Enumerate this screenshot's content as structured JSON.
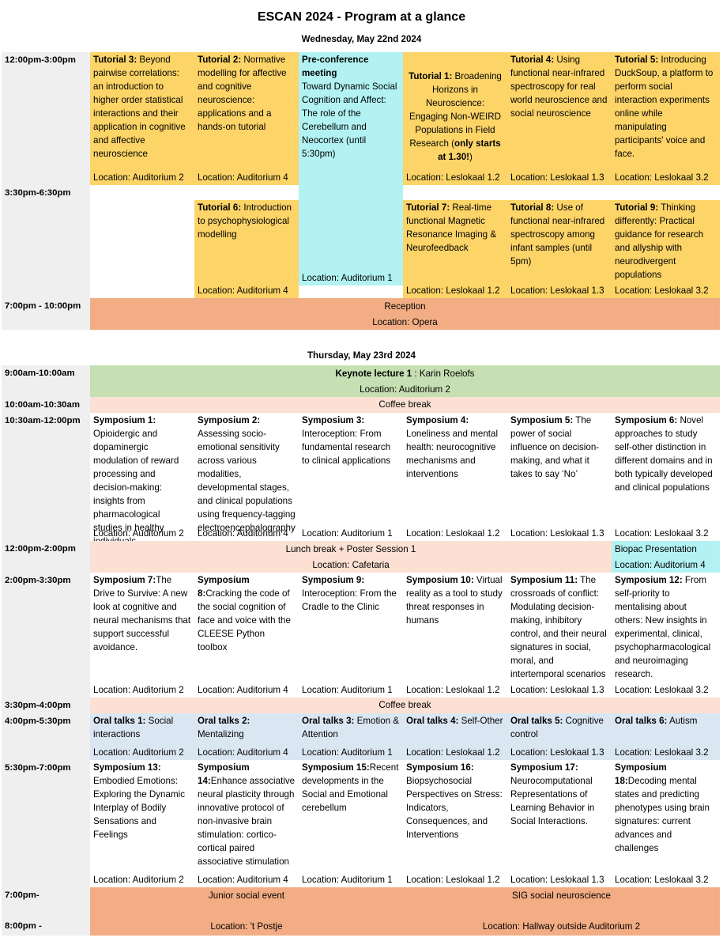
{
  "title": "ESCAN 2024 - Program at a glance",
  "day1": {
    "label": "Wednesday, May 22nd 2024",
    "times": [
      "12:00pm-3:00pm",
      "3:30pm-6:30pm",
      "7:00pm - 10:00pm"
    ],
    "tutorials": [
      {
        "title": "Tutorial 3:",
        "desc": " Beyond pairwise correlations: an introduction to higher order statistical interactions and their application in cognitive and affective neuroscience",
        "loc": "Location: Auditorium 2"
      },
      {
        "title": "Tutorial 2:",
        "desc": " Normative modelling for affective and cognitive neuroscience: applications and a hands-on tutorial",
        "loc": "Location: Auditorium 4"
      },
      {
        "title": "Pre-conference meeting",
        "desc": "Toward Dynamic Social Cognition and Affect: The role of the Cerebellum and Neocortex (until 5:30pm)",
        "loc": "Location: Auditorium 1"
      },
      {
        "title": "Tutorial 1:",
        "desc": " Broadening Horizons in Neuroscience: Engaging Non-WEIRD Populations in Field Research (",
        "bold": "only starts at 1.30!",
        "tail": ")",
        "loc": "Location: Leslokaal 1.2"
      },
      {
        "title": "Tutorial 4:",
        "desc": " Using functional near-infrared spectroscopy for real world neuroscience and social neuroscience",
        "loc": "Location: Leslokaal 1.3"
      },
      {
        "title": "Tutorial 5:",
        "desc": " Introducing DuckSoup, a platform to perform social interaction experiments online while manipulating participants' voice and face.",
        "loc": "Location: Leslokaal 3.2"
      },
      {
        "title": "Tutorial 6:",
        "desc": " Introduction to psychophysiological modelling",
        "loc": "Location: Auditorium 4"
      },
      {
        "title": "Tutorial 7:",
        "desc": " Real-time functional Magnetic Resonance Imaging & Neurofeedback",
        "loc": "Location: Leslokaal 1.2"
      },
      {
        "title": "Tutorial 8:",
        "desc": " Use of functional near-infrared spectroscopy among infant samples (until 5pm)",
        "loc": "Location: Leslokaal 1.3"
      },
      {
        "title": "Tutorial 9:",
        "desc": " Thinking differently: Practical guidance for research and allyship with neurodivergent populations",
        "loc": "Location: Leslokaal 3.2"
      }
    ],
    "reception": {
      "title": "Reception",
      "loc": "Location:  Opera"
    }
  },
  "day2": {
    "label": "Thursday, May 23rd 2024",
    "times": [
      "9:00am-10:00am",
      "10:00am-10:30am",
      "10:30am-12:00pm",
      "12:00pm-2:00pm",
      "2:00pm-3:30pm",
      "3:30pm-4:00pm",
      "4:00pm-5:30pm",
      "5:30pm-7:00pm",
      "7:00pm-",
      "8:00pm -"
    ],
    "keynote": {
      "title": "Keynote lecture 1",
      "sep": " :  ",
      "speaker": "Karin Roelofs",
      "loc": "Location: Auditorium 2"
    },
    "coffee1": "Coffee break",
    "symposia_a": [
      {
        "title": "Symposium 1:",
        "desc": " Opioidergic and dopaminergic modulation of reward processing and decision-making: insights from pharmacological studies in healthy individuals",
        "loc": "Location: Auditorium 2"
      },
      {
        "title": "Symposium 2:",
        "desc": " Assessing socio-emotional sensitivity across various modalities, developmental stages, and clinical populations using frequency-tagging electroencephalography",
        "loc": "Location: Auditorium 4"
      },
      {
        "title": "Symposium 3:",
        "desc": " Interoception: From fundamental research to clinical applications",
        "loc": "Location: Auditorium 1"
      },
      {
        "title": "Symposium 4:",
        "desc": " Loneliness and mental health: neurocognitive mechanisms and interventions",
        "loc": "Location: Leslokaal 1.2"
      },
      {
        "title": "Symposium 5:",
        "desc": " The power of social influence on decision-making, and what it takes to say ‘No’",
        "loc": "Location: Leslokaal 1.3"
      },
      {
        "title": "Symposium 6:",
        "desc": " Novel approaches to study self-other distinction in different domains and in both typically developed and clinical populations",
        "loc": "Location: Leslokaal 3.2"
      }
    ],
    "lunch": {
      "title": "Lunch break + Poster Session 1",
      "loc": "Location: Cafetaria"
    },
    "biopac": {
      "title": "Biopac Presentation",
      "loc": "Location: Auditorium 4"
    },
    "symposia_b": [
      {
        "title": "Symposium 7:",
        "desc": "The Drive to Survive: A new look at cognitive and neural mechanisms that support successful avoidance.",
        "loc": "Location: Auditorium 2"
      },
      {
        "title": "Symposium 8:",
        "desc": "Cracking the code of the social cognition of face and voice with the CLEESE Python toolbox",
        "loc": "Location: Auditorium 4"
      },
      {
        "title": "Symposium 9:",
        "desc": " Interoception: From the Cradle to the Clinic",
        "loc": "Location: Auditorium 1"
      },
      {
        "title": "Symposium 10:",
        "desc": " Virtual reality as a tool to study threat responses in humans",
        "loc": "Location: Leslokaal 1.2"
      },
      {
        "title": "Symposium 11:",
        "desc": " The crossroads of conflict: Modulating decision-making, inhibitory control, and their neural signatures in social, moral, and intertemporal scenarios",
        "loc": "Location: Leslokaal 1.3"
      },
      {
        "title": "Symposium 12:",
        "desc": " From self-priority to mentalising about others: New insights in experimental, clinical, psychopharmacological and neuroimaging research.",
        "loc": "Location: Leslokaal 3.2"
      }
    ],
    "coffee2": "Coffee break",
    "orals": [
      {
        "title": "Oral talks 1:",
        "desc": "  Social interactions",
        "loc": "Location: Auditorium 2"
      },
      {
        "title": "Oral talks 2:",
        "desc": "  Mentalizing",
        "loc": "Location: Auditorium 4"
      },
      {
        "title": "Oral talks 3:",
        "desc": "  Emotion & Attention",
        "loc": "Location: Auditorium 1"
      },
      {
        "title": "Oral talks 4:",
        "desc": "  Self-Other",
        "loc": "Location: Leslokaal 1.2"
      },
      {
        "title": "Oral talks 5:",
        "desc": "  Cognitive control",
        "loc": "Location: Leslokaal 1.3"
      },
      {
        "title": "Oral talks 6:",
        "desc": "  Autism",
        "loc": "Location: Leslokaal 3.2"
      }
    ],
    "symposia_c": [
      {
        "title": "Symposium 13:",
        "desc": " Embodied Emotions: Exploring the Dynamic Interplay of Bodily Sensations and Feelings",
        "loc": "Location: Auditorium 2"
      },
      {
        "title": "Symposium 14:",
        "desc": "Enhance associative neural plasticity through innovative protocol of non-invasive brain stimulation: cortico-cortical paired associative stimulation",
        "loc": "Location: Auditorium 4"
      },
      {
        "title": "Symposium 15:",
        "desc": "Recent developments in the Social and Emotional cerebellum",
        "loc": "Location: Auditorium 1"
      },
      {
        "title": "Symposium 16:",
        "desc": " Biopsychosocial Perspectives on Stress: Indicators, Consequences, and Interventions",
        "loc": "Location: Leslokaal 1.2"
      },
      {
        "title": "Symposium 17:",
        "desc": " Neurocomputational Representations of Learning Behavior in Social Interactions.",
        "loc": "Location: Leslokaal 1.3"
      },
      {
        "title": "Symposium 18:",
        "desc": "Decoding mental states and predicting phenotypes using brain signatures: current advances and challenges",
        "loc": "Location: Leslokaal 3.2"
      }
    ],
    "junior": {
      "title": "Junior social event",
      "loc": "Location: 't Postje"
    },
    "sig": {
      "title": "SIG social neuroscience",
      "loc": "Location: Hallway outside Auditorium 2"
    }
  },
  "colors": {
    "tutorial": "#fcd467",
    "preconf": "#b2f2f3",
    "social": "#f3ad84",
    "keynote": "#c6dfb3",
    "break": "#fbe0d3",
    "oral": "#dbe6f3",
    "time": "#efefef"
  }
}
